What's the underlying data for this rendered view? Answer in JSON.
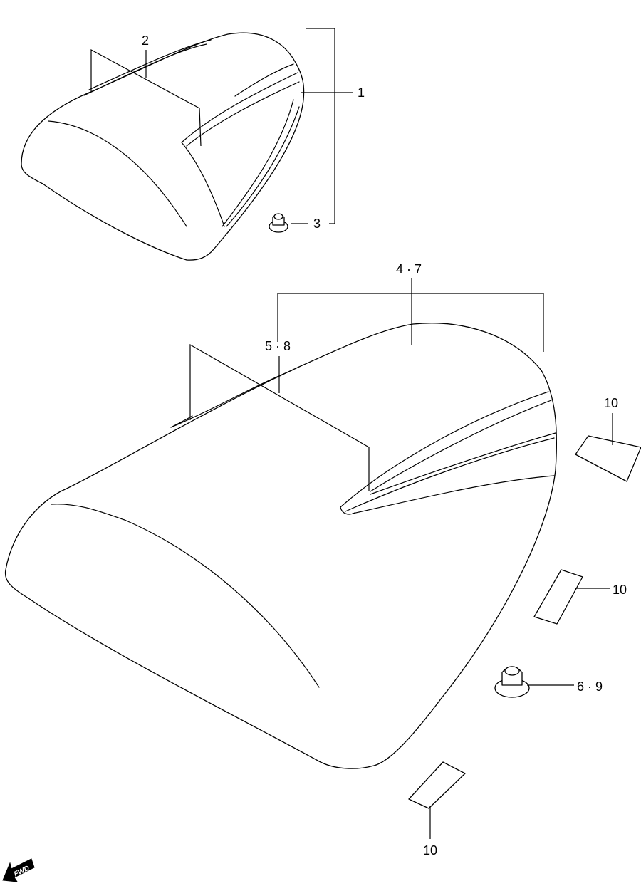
{
  "callouts": {
    "c1": "1",
    "c2": "2",
    "c3": "3",
    "c4_7": "4 · 7",
    "c5_8": "5 · 8",
    "c6_9": "6 · 9",
    "c10_a": "10",
    "c10_b": "10",
    "c10_c": "10"
  },
  "fwd_badge": {
    "label": "FWD",
    "icon": "forward-arrow-icon"
  },
  "colors": {
    "line": "#000000",
    "background": "#ffffff"
  }
}
